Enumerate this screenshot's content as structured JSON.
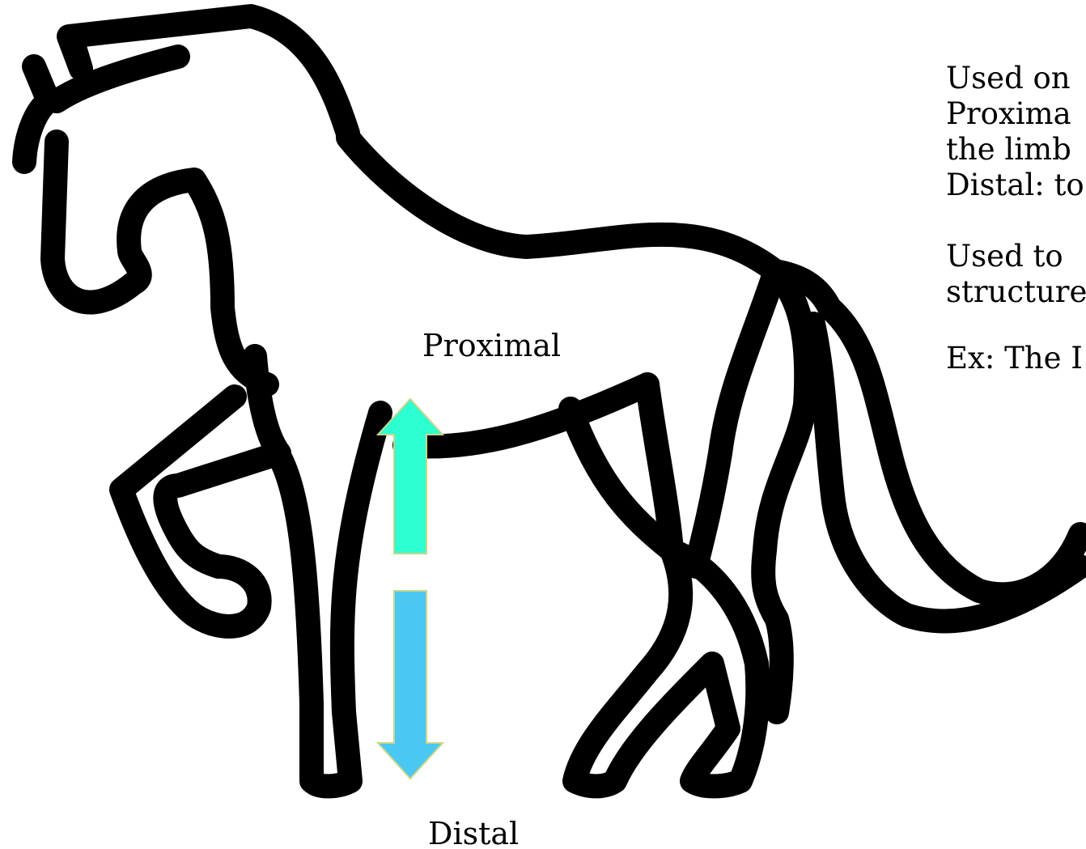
{
  "labels": {
    "proximal": "Proximal",
    "distal": "Distal"
  },
  "notes": {
    "para1": [
      "Used on",
      "Proxima",
      "the limb",
      "Distal: to"
    ],
    "para2": [
      "Used to",
      "structure"
    ],
    "para3": [
      "Ex: The I"
    ]
  },
  "colors": {
    "outline": "#000000",
    "proximal_arrow": "#2effd0",
    "distal_arrow": "#4ac8f2",
    "arrow_edge": "#c9d58a",
    "background": "#ffffff"
  },
  "icons": {
    "figure": "horse-outline",
    "up_arrow": "arrow-up-icon",
    "down_arrow": "arrow-down-icon"
  }
}
